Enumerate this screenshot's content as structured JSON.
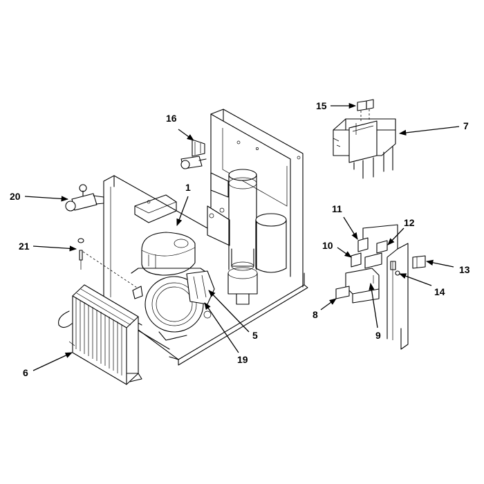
{
  "callouts": [
    {
      "id": "1",
      "text": "1"
    },
    {
      "id": "5",
      "text": "5"
    },
    {
      "id": "6",
      "text": "6"
    },
    {
      "id": "7",
      "text": "7"
    },
    {
      "id": "8",
      "text": "8"
    },
    {
      "id": "9",
      "text": "9"
    },
    {
      "id": "10",
      "text": "10"
    },
    {
      "id": "11",
      "text": "11"
    },
    {
      "id": "12",
      "text": "12"
    },
    {
      "id": "13",
      "text": "13"
    },
    {
      "id": "14",
      "text": "14"
    },
    {
      "id": "15",
      "text": "15"
    },
    {
      "id": "16",
      "text": "16"
    },
    {
      "id": "19",
      "text": "19"
    },
    {
      "id": "20",
      "text": "20"
    },
    {
      "id": "21",
      "text": "21"
    }
  ]
}
